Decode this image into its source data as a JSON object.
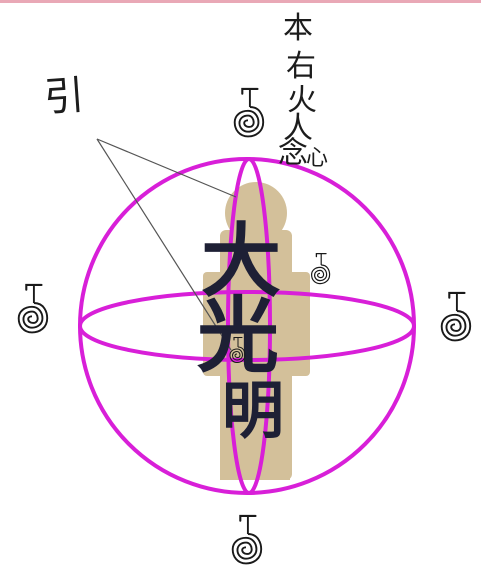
{
  "vertical_text": [
    "本",
    "右",
    "火",
    "人",
    "念"
  ],
  "vertical_text_tail": "心",
  "side_glyph": "引",
  "center_text": [
    "大",
    "光",
    "明"
  ],
  "colors": {
    "sphere": "#d81fd8",
    "figure": "#d3c09a",
    "ink": "#1e2035",
    "pointer": "#555555",
    "topbar": "#e9a8b6"
  },
  "icons": [
    "cho-ku-rei-symbol-top",
    "cho-ku-rei-symbol-left",
    "cho-ku-rei-symbol-right",
    "cho-ku-rei-symbol-bottom",
    "cho-ku-rei-symbol-inner-upper",
    "cho-ku-rei-symbol-inner-lower"
  ]
}
